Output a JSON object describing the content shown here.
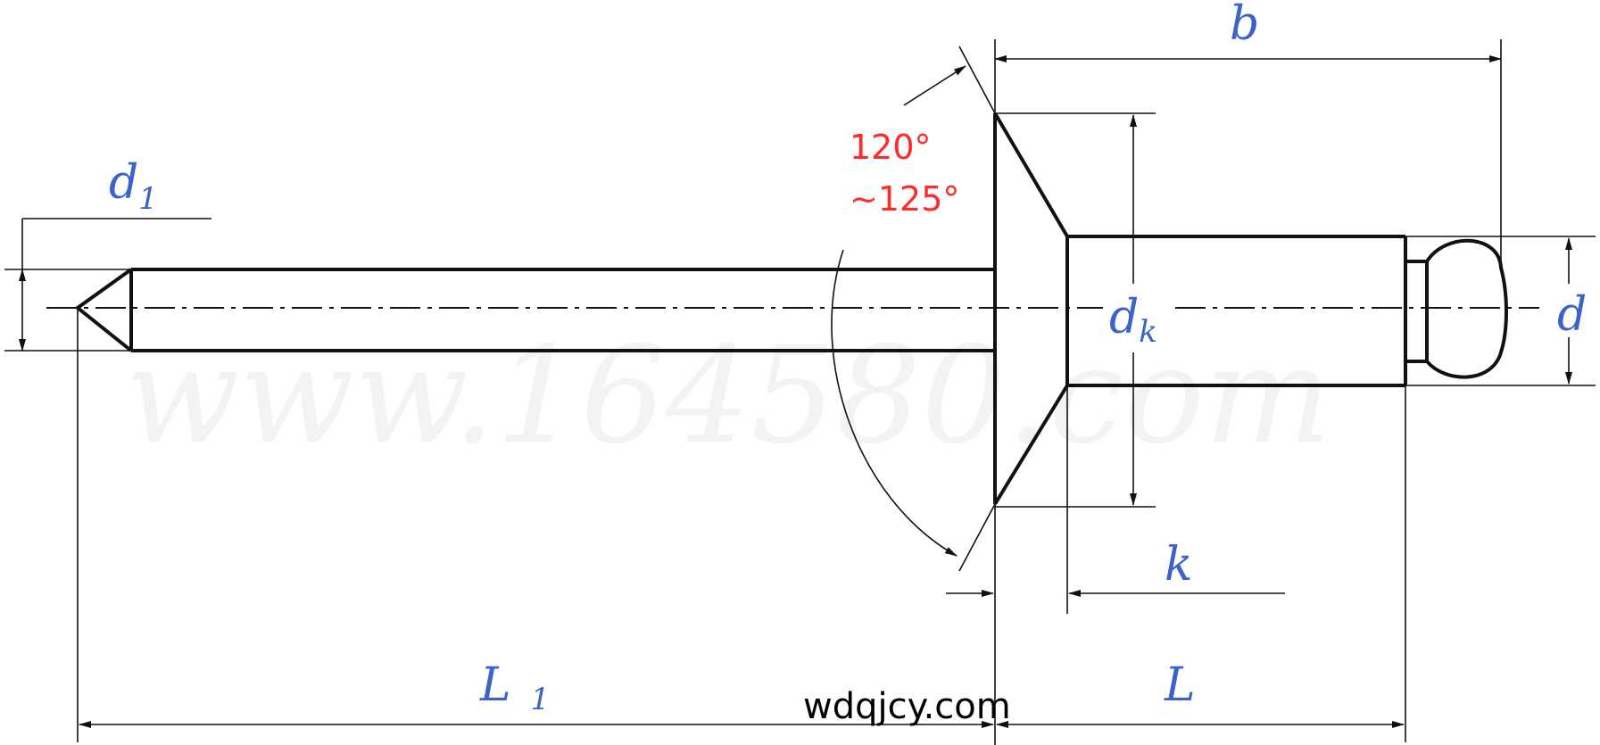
{
  "labels": {
    "d1_main": "d",
    "d1_sub": "1",
    "angle_line1": "120°",
    "angle_line2": "~125°",
    "b": "b",
    "dk_main": "d",
    "dk_sub": "k",
    "d": "d",
    "k": "k",
    "L1_main": "L",
    "L1_sub": "1",
    "L": "L"
  },
  "watermark": "www.164580.com",
  "site_caption": "wdqjcy.com",
  "colors": {
    "label": "#3b63c9",
    "angle": "#ff2a2a",
    "line": "#111111"
  }
}
